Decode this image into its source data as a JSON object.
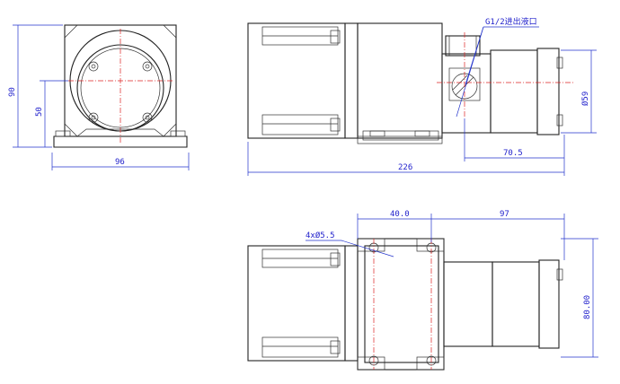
{
  "drawing": {
    "front_view": {
      "width_dim": "96",
      "height_dim": "90",
      "center_height_dim": "50"
    },
    "side_view": {
      "port_callout": "G1/2进出液口",
      "length_dim": "226",
      "diameter_dim": "Ø59",
      "pump_length_dim": "70.5"
    },
    "top_view": {
      "hole_spacing_dim": "40.0",
      "pump_dim": "97",
      "width_dim": "80.00",
      "hole_callout": "4xØ5.5"
    }
  },
  "colors": {
    "dimension": "#2233cc",
    "centerline": "#dd2222",
    "outline": "#222222"
  }
}
